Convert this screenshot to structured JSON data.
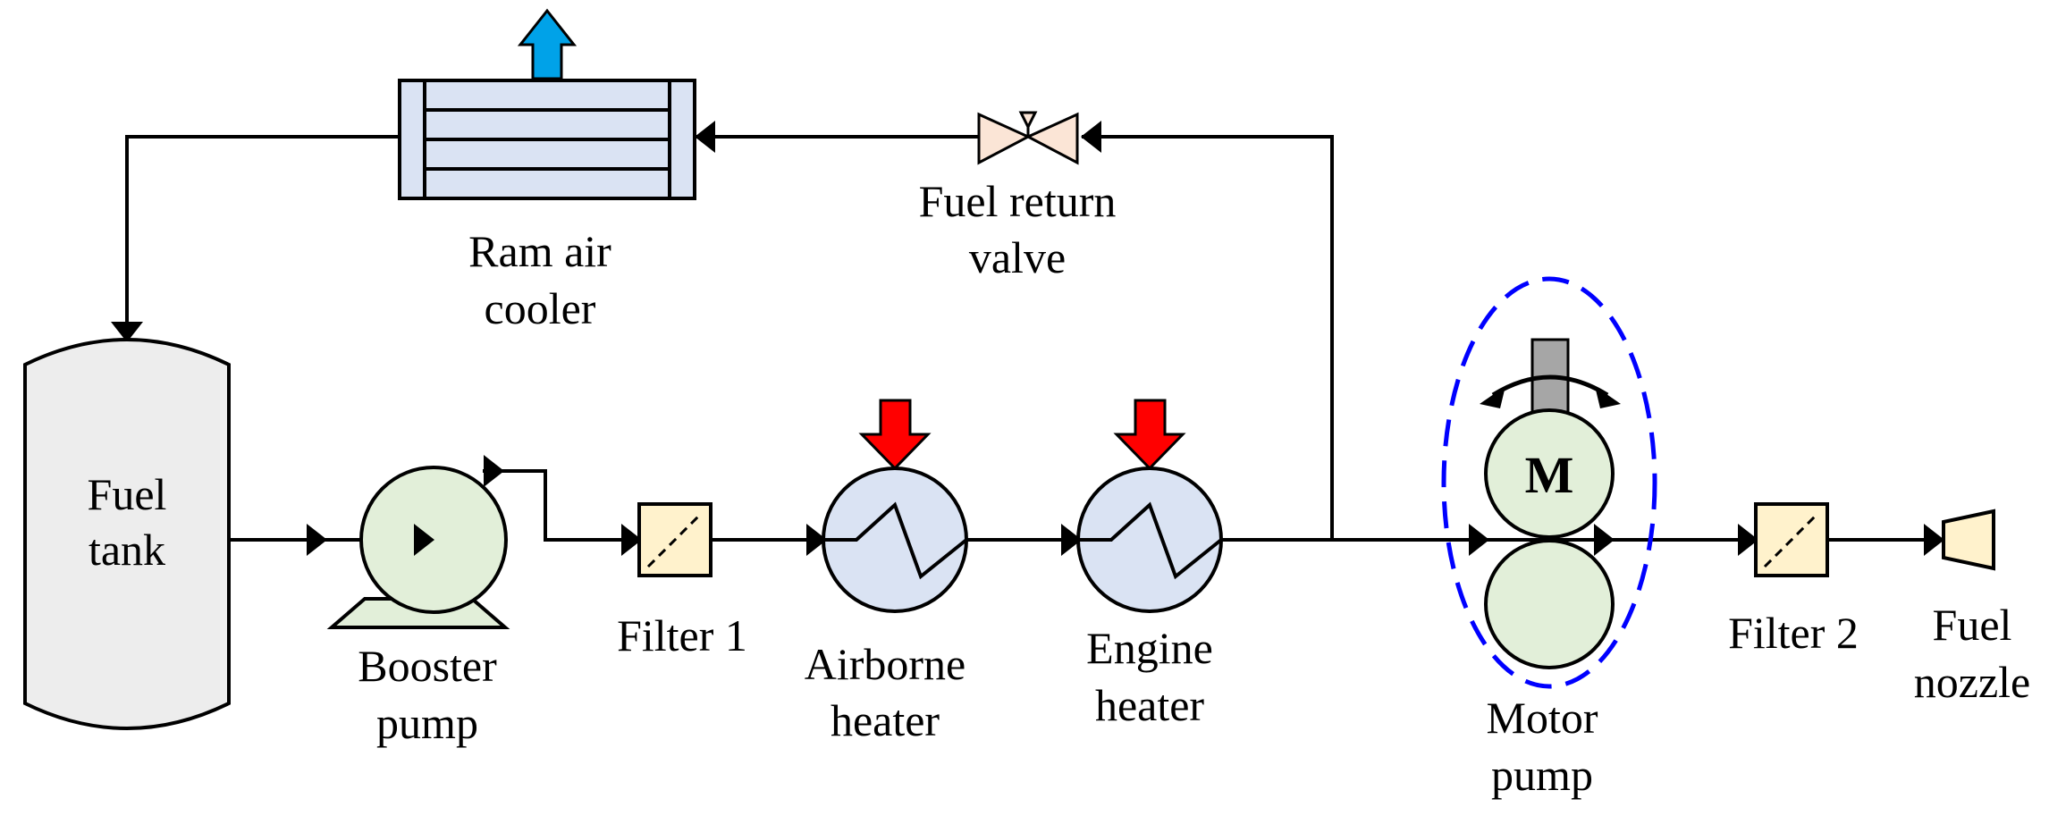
{
  "labels": {
    "fuel_tank": [
      "Fuel",
      "tank"
    ],
    "booster_pump": [
      "Booster",
      "pump"
    ],
    "filter_1": "Filter 1",
    "airborne_heater": [
      "Airborne",
      "heater"
    ],
    "engine_heater": [
      "Engine",
      "heater"
    ],
    "motor_pump": [
      "Motor",
      "pump"
    ],
    "motor_symbol": "M",
    "filter_2": "Filter 2",
    "fuel_nozzle": [
      "Fuel",
      "nozzle"
    ],
    "ram_air_cooler": [
      "Ram air",
      "cooler"
    ],
    "fuel_return_valve": [
      "Fuel return",
      "valve"
    ]
  },
  "colors": {
    "pump_fill": "#e2efd9",
    "heater_fill": "#dae3f3",
    "cooler_fill": "#dae3f3",
    "filter_fill": "#fff2cc",
    "tank_fill": "#ededed",
    "valve_fill": "#fbe5d6",
    "nozzle_fill": "#fff2cc",
    "heat_in_arrow": "#ff0000",
    "heat_out_arrow": "#00a2e8",
    "motor_pump_boundary": "#0000ff",
    "shaft": "#a6a6a6"
  }
}
